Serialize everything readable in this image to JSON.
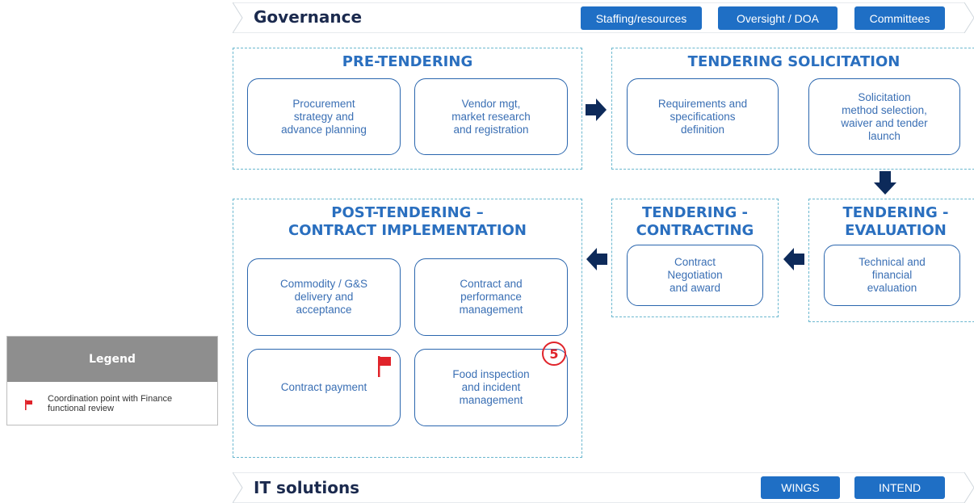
{
  "governance": {
    "title": "Governance",
    "tags": [
      "Staffing/resources",
      "Oversight / DOA",
      "Committees"
    ]
  },
  "it": {
    "title": "IT solutions",
    "tags": [
      "WINGS",
      "INTEND"
    ]
  },
  "sections": {
    "pre_tendering": {
      "title": "PRE-TENDERING",
      "boxes": [
        "Procurement\nstrategy and\nadvance planning",
        "Vendor mgt,\nmarket research\nand registration"
      ]
    },
    "solicitation": {
      "title": "TENDERING SOLICITATION",
      "boxes": [
        "Requirements and\nspecifications\ndefinition",
        "Solicitation\nmethod selection,\nwaiver and tender\nlaunch"
      ]
    },
    "evaluation": {
      "title": "TENDERING -\nEVALUATION",
      "boxes": [
        "Technical and\nfinancial\nevaluation"
      ]
    },
    "contracting": {
      "title": "TENDERING -\nCONTRACTING",
      "boxes": [
        "Contract\nNegotiation\nand award"
      ]
    },
    "post_tendering": {
      "title": "POST-TENDERING –\nCONTRACT IMPLEMENTATION",
      "boxes": [
        "Commodity / G&S\ndelivery and\nacceptance",
        "Contract and\nperformance\nmanagement",
        "Contract payment",
        "Food inspection\nand incident\nmanagement"
      ]
    }
  },
  "badge": "5",
  "legend": {
    "title": "Legend",
    "item": "Coordination point with Finance\nfunctional review"
  },
  "colors": {
    "accent": "#1f6fc5",
    "title_blue": "#2a6fbf",
    "dashed_border": "#6ab7cf",
    "arrow": "#0d2a5a",
    "flag_red": "#e0232a"
  },
  "icons": [
    "flag-icon",
    "arrow-right-icon",
    "arrow-down-icon",
    "arrow-left-icon"
  ]
}
